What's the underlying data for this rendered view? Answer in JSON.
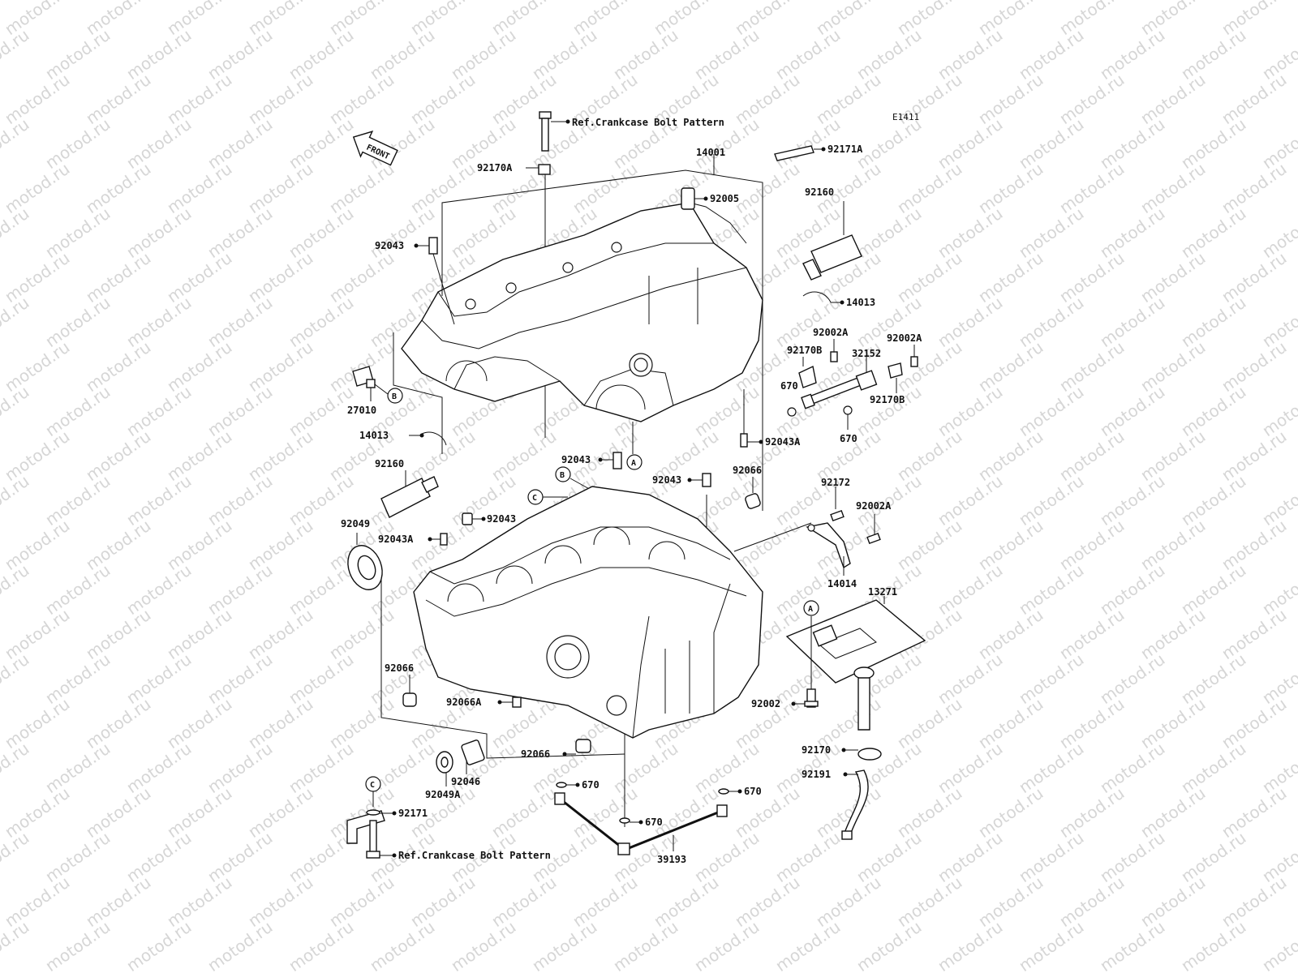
{
  "diagram": {
    "code": "E1411",
    "front_label": "FRONT",
    "watermark_text": "motod.ru",
    "ref_labels": {
      "top": "Ref.Crankcase Bolt Pattern",
      "bottom": "Ref.Crankcase Bolt Pattern"
    },
    "markers": {
      "a": "A",
      "b": "B",
      "c": "C"
    },
    "callouts": {
      "p14001": "14001",
      "p92170A_top": "92170A",
      "p92171A": "92171A",
      "p92005": "92005",
      "p92160_r": "92160",
      "p92043_ul": "92043",
      "p14013_r": "14013",
      "p92002A_a": "92002A",
      "p92002A_b": "92002A",
      "p92170B_a": "92170B",
      "p32152": "32152",
      "p670_a": "670",
      "p92170B_b": "92170B",
      "p670_b": "670",
      "p27010": "27010",
      "p14013_l": "14013",
      "p92043A_r": "92043A",
      "p92043_mid": "92043",
      "p92160_l": "92160",
      "p92043_b": "92043",
      "p92066_a": "92066",
      "p92172": "92172",
      "p92002A_c": "92002A",
      "p92049": "92049",
      "p92043_c": "92043",
      "p92043A_l": "92043A",
      "p14014": "14014",
      "p13271": "13271",
      "p92066_b": "92066",
      "p92066A": "92066A",
      "p92002": "92002",
      "p92066_c": "92066",
      "p92046": "92046",
      "p92049A": "92049A",
      "p92170": "92170",
      "p92191": "92191",
      "p670_c": "670",
      "p670_d": "670",
      "p670_e": "670",
      "p92171": "92171",
      "p39193": "39193"
    }
  }
}
